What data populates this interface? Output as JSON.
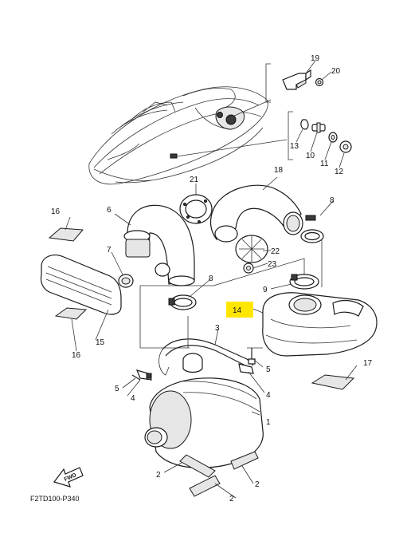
{
  "diagram": {
    "drawing_code": "F2TD100-P340",
    "forward_arrow_label": "FWD",
    "highlight_color": "#ffe600",
    "callouts": [
      {
        "id": "p1",
        "label": "1"
      },
      {
        "id": "p2a",
        "label": "2"
      },
      {
        "id": "p2b",
        "label": "2"
      },
      {
        "id": "p2c",
        "label": "2"
      },
      {
        "id": "p3",
        "label": "3"
      },
      {
        "id": "p4a",
        "label": "4"
      },
      {
        "id": "p4b",
        "label": "4"
      },
      {
        "id": "p5a",
        "label": "5"
      },
      {
        "id": "p5b",
        "label": "5"
      },
      {
        "id": "p6",
        "label": "6"
      },
      {
        "id": "p7",
        "label": "7"
      },
      {
        "id": "p8a",
        "label": "8"
      },
      {
        "id": "p8b",
        "label": "8"
      },
      {
        "id": "p9",
        "label": "9"
      },
      {
        "id": "p10",
        "label": "10"
      },
      {
        "id": "p11",
        "label": "11"
      },
      {
        "id": "p12",
        "label": "12"
      },
      {
        "id": "p13",
        "label": "13"
      },
      {
        "id": "p14",
        "label": "14"
      },
      {
        "id": "p15",
        "label": "15"
      },
      {
        "id": "p16a",
        "label": "16"
      },
      {
        "id": "p16b",
        "label": "16"
      },
      {
        "id": "p17",
        "label": "17"
      },
      {
        "id": "p18",
        "label": "18"
      },
      {
        "id": "p19",
        "label": "19"
      },
      {
        "id": "p20",
        "label": "20"
      },
      {
        "id": "p21",
        "label": "21"
      },
      {
        "id": "p22",
        "label": "22"
      },
      {
        "id": "p23",
        "label": "23"
      }
    ]
  }
}
